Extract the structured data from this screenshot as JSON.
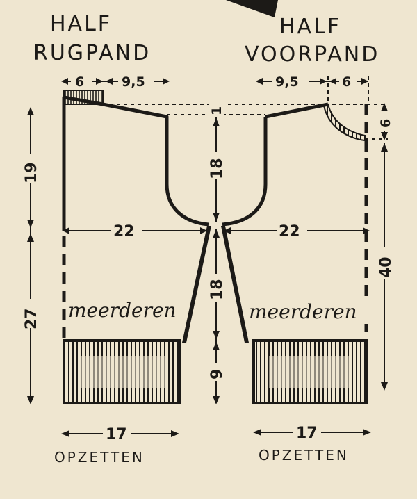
{
  "titles": {
    "back_line1": "HALF",
    "back_line2": "RUGPAND",
    "front_line1": "HALF",
    "front_line2": "VOORPAND"
  },
  "dimensions": {
    "back_shoulder": "6",
    "back_neck": "9,5",
    "front_neck": "9,5",
    "front_shoulder": "6",
    "neck_drop": "1",
    "armhole_depth": "18",
    "front_neck_depth": "6",
    "upper_side": "19",
    "lower_side": "27",
    "front_length": "40",
    "back_width": "22",
    "front_width": "22",
    "sleeve_length": "18",
    "cuff_length": "9",
    "back_cast_on": "17",
    "front_cast_on": "17"
  },
  "labels": {
    "increase_back": "meerderen",
    "increase_front": "meerderen",
    "cast_on_back": "OPZETTEN",
    "cast_on_front": "OPZETTEN"
  },
  "colors": {
    "paper": "#efe6d0",
    "ink": "#1c1a17"
  }
}
